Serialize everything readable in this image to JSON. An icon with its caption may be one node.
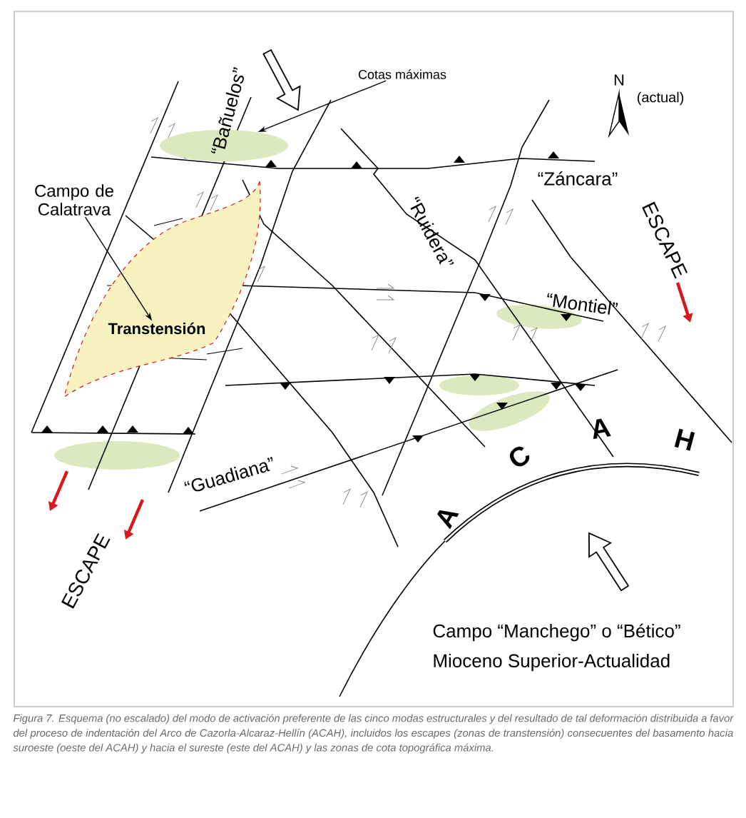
{
  "diagram": {
    "caption": "Figura 7. Esquema (no escalado) del modo de activación preferente de las cinco modas estructurales y del resultado de tal deformación distribuida a favor del proceso de indentación del Arco de Cazorla-Alcaraz-Hellín (ACAH), incluidos los escapes (zonas de transtensión) consecuentes del basamento hacia suroeste (oeste del ACAH) y hacia el sureste (este del ACAH) y las zonas de cota topográfica máxima.",
    "nodes": [
      {
        "text": [
          "Cotas máximas"
        ]
      },
      {
        "text": [],
        "shape": "ellipse"
      },
      {
        "text": [
          "Campo de Calatrava"
        ]
      },
      {
        "text": [
          "Transtensión"
        ]
      }
    ],
    "edges": [
      {
        "from": 0,
        "to": 1,
        "arrow": "to"
      },
      {
        "from": 2,
        "to": 3,
        "arrow": "to"
      }
    ],
    "labels": [
      "“Bañuelos”",
      "N",
      "(actual)",
      "“Záncara”",
      "“Ruidera”",
      "ESCAPE",
      "“Montiel”",
      "“Guadiana”",
      "ESCAPE",
      "A",
      "C",
      "A",
      "H",
      "Campo “Manchego” o “Bético”",
      "Mioceno Superior-Actualidad"
    ]
  }
}
